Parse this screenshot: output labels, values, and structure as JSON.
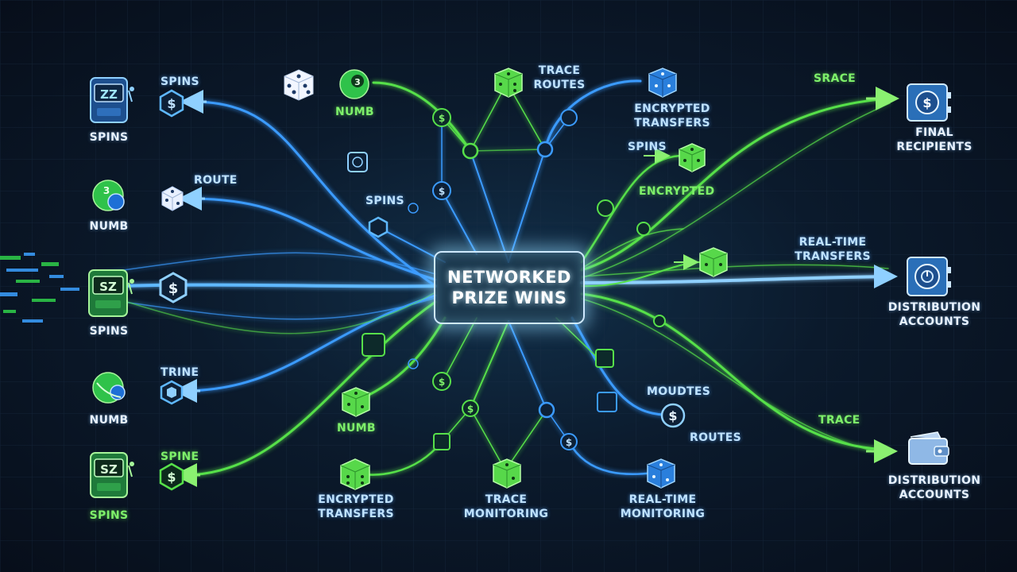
{
  "center": {
    "line1": "NETWORKED",
    "line2": "PRIZE WINS"
  },
  "sources": [
    {
      "label": "SPINS",
      "icon": "slot-machine-icon",
      "color": "#3b8ff0"
    },
    {
      "label": "NUMB",
      "icon": "lottery-ball-icon",
      "color": "#2fc24a"
    },
    {
      "label": "SPINS",
      "icon": "slot-machine-icon",
      "color": "#3b8ff0"
    },
    {
      "label": "NUMB",
      "icon": "lottery-ball-icon",
      "color": "#2fc24a"
    },
    {
      "label": "SPINS",
      "icon": "slot-machine-icon",
      "color": "#2fc24a"
    }
  ],
  "destinations": [
    {
      "line1": "FINAL",
      "line2": "RECIPIENTS",
      "icon": "safe-dollar-icon"
    },
    {
      "line1": "DISTRIBUTION",
      "line2": "ACCOUNTS",
      "icon": "vault-icon"
    },
    {
      "line1": "DISTRIBUTION",
      "line2": "ACCOUNTS",
      "icon": "wallet-icon"
    }
  ],
  "flow_labels": {
    "spins_top": "SPINS",
    "route": "ROUTE",
    "trine": "TRINE",
    "spine": "SPINE",
    "numb_top": "NUMB",
    "trace_routes_1": "TRACE",
    "trace_routes_2": "ROUTES",
    "encrypted_transfers_top_1": "ENCRYPTED",
    "encrypted_transfers_top_2": "TRANSFERS",
    "spins_mid": "SPINS",
    "spins_right": "SPINS",
    "encrypted": "ENCRYPTED",
    "srace": "SRACE",
    "realtime_transfers_1": "REAL-TIME",
    "realtime_transfers_2": "TRANSFERS",
    "trace_right": "TRACE",
    "moudtes": "MOUDTES",
    "routes": "ROUTES",
    "numb_bottom": "NUMB",
    "encrypted_transfers_bottom_1": "ENCRYPTED",
    "encrypted_transfers_bottom_2": "TRANSFERS",
    "trace_monitoring_1": "TRACE",
    "trace_monitoring_2": "MONITORING",
    "realtime_monitoring_1": "REAL-TIME",
    "realtime_monitoring_2": "MONITORING"
  },
  "colors": {
    "background": "#0a1322",
    "blue_flow": "#3b9bff",
    "green_flow": "#57e04a",
    "hub_border": "#cfe9ff"
  }
}
